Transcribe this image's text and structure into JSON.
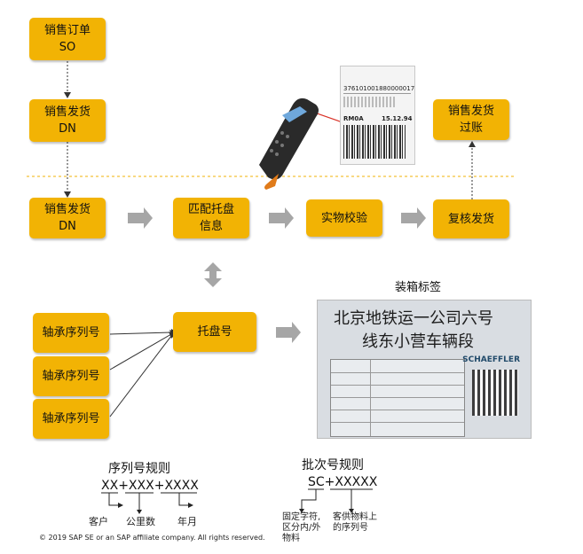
{
  "boxes": {
    "so": [
      "销售订单",
      "SO"
    ],
    "dn_top": [
      "销售发货",
      "DN"
    ],
    "posting": [
      "销售发货",
      "过账"
    ],
    "dn_mid": [
      "销售发货",
      "DN"
    ],
    "match": [
      "匹配托盘",
      "信息"
    ],
    "verify": [
      "实物校验"
    ],
    "recheck": [
      "复核发货"
    ],
    "bearing1": [
      "轴承序列号"
    ],
    "bearing2": [
      "轴承序列号"
    ],
    "bearing3": [
      "轴承序列号"
    ],
    "pallet": [
      "托盘号"
    ]
  },
  "packing_label_title": "装箱标签",
  "photo": {
    "line1": "北京地铁运一公司六号",
    "line2": "线东小营车辆段",
    "brand": "SCHAEFFLER"
  },
  "shipping_label": {
    "code": "376101001880000017",
    "row2": "RM0A",
    "date": "15.12.94"
  },
  "serial_rule": {
    "title": "序列号规则",
    "formula": [
      "XX",
      "+",
      "XXX",
      "+",
      "XXXX"
    ],
    "parts": [
      "客户",
      "公里数",
      "年月"
    ]
  },
  "batch_rule": {
    "title": "批次号规则",
    "formula": [
      "SC",
      "+",
      "XXXXX"
    ],
    "parts": [
      "固定字符，区分内/外物料",
      "客供物料上的序列号"
    ],
    "part1_lines": [
      "固定字符,",
      "区分内/外",
      "物料"
    ],
    "part2_lines": [
      "客供物料上",
      "的序列号"
    ]
  },
  "copyright": "© 2019 SAP SE or an SAP affiliate company. All rights reserved.",
  "colors": {
    "box": "#f2b304",
    "arrow": "#a6a6a6",
    "divider": "#f2b304"
  }
}
